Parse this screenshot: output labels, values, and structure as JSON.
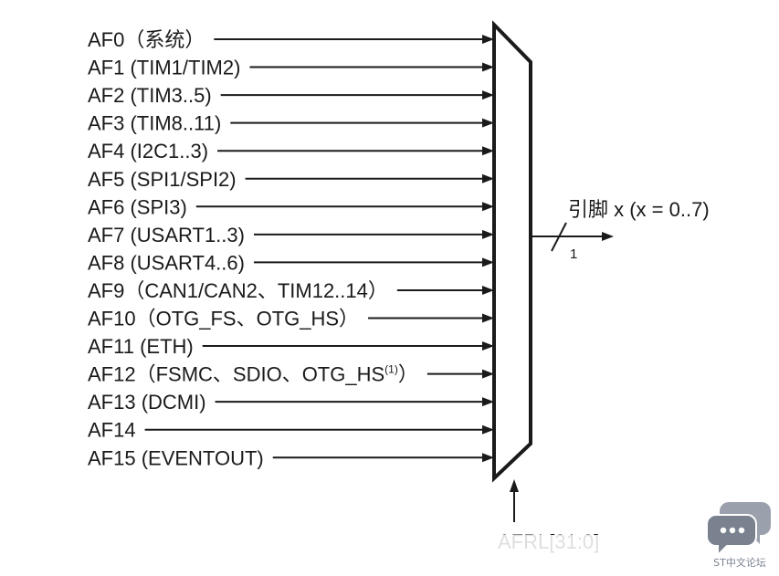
{
  "inputs": [
    {
      "label": "AF0（系统）"
    },
    {
      "label": "AF1 (TIM1/TIM2)"
    },
    {
      "label": "AF2 (TIM3..5)"
    },
    {
      "label": "AF3 (TIM8..11)"
    },
    {
      "label": "AF4 (I2C1..3)"
    },
    {
      "label": "AF5 (SPI1/SPI2)"
    },
    {
      "label": "AF6 (SPI3)"
    },
    {
      "label": "AF7 (USART1..3)"
    },
    {
      "label": "AF8 (USART4..6)"
    },
    {
      "label": "AF9（CAN1/CAN2、TIM12..14）"
    },
    {
      "label": "AF10（OTG_FS、OTG_HS）"
    },
    {
      "label": "AF11 (ETH)"
    },
    {
      "label": "AF12（FSMC、SDIO、OTG_HS",
      "superscript": "(1)",
      "suffix": "）"
    },
    {
      "label": "AF13 (DCMI)"
    },
    {
      "label": "AF14"
    },
    {
      "label": "AF15 (EVENTOUT)"
    }
  ],
  "output": {
    "label": "引脚 x (x = 0..7)",
    "bus_width": "1"
  },
  "select": {
    "label": "AFRL[31:0]"
  },
  "watermark": {
    "text": "ST中文论坛",
    "icon": "chat-bubbles-icon"
  },
  "colors": {
    "line": "#1a1a1a",
    "background": "#ffffff",
    "watermark": "#7a8290"
  }
}
